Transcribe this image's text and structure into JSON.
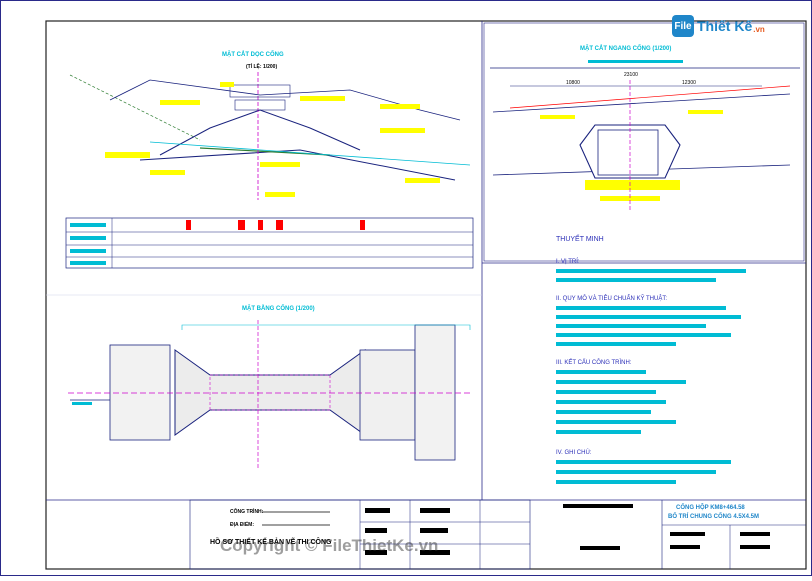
{
  "logo": {
    "mark": "File",
    "name": "Thiết Kế",
    "domain": ".vn"
  },
  "sections": {
    "longitudinal_title": "MẶT CẮT DỌC CỐNG",
    "longitudinal_scale": "(TỈ LỆ: 1/200)",
    "cross_title": "MẶT CẮT NGANG CỐNG (1/200)",
    "plan_title": "MẶT BẰNG CỐNG (1/200)"
  },
  "dimensions": {
    "total": "23100",
    "left": "10800",
    "right": "12300"
  },
  "notes": {
    "heading": "THUYẾT MINH",
    "s1": "I. VỊ TRÍ:",
    "s2": "II. QUY MÔ VÀ TIÊU CHUẨN KỸ THUẬT:",
    "s3": "III. KẾT CẤU CÔNG TRÌNH:",
    "s4": "IV. GHI CHÚ:"
  },
  "title_block": {
    "work_label": "CÔNG TRÌNH:",
    "location_label": "ĐỊA ĐIỂM:",
    "doc_title": "HỒ SƠ THIẾT KẾ BẢN VẼ THI CÔNG",
    "drawing_name_line1": "CỐNG HỘP KM8+464.58",
    "drawing_name_line2": "BỐ TRÍ CHUNG CỐNG 4.5X4.5M"
  },
  "watermark": "Copyright © FileThietKe.vn",
  "colors": {
    "line": "#1a237e",
    "cyan": "#00bcd4",
    "yellow": "#ffff00",
    "magenta": "#cc00cc",
    "red": "#ff0000"
  }
}
